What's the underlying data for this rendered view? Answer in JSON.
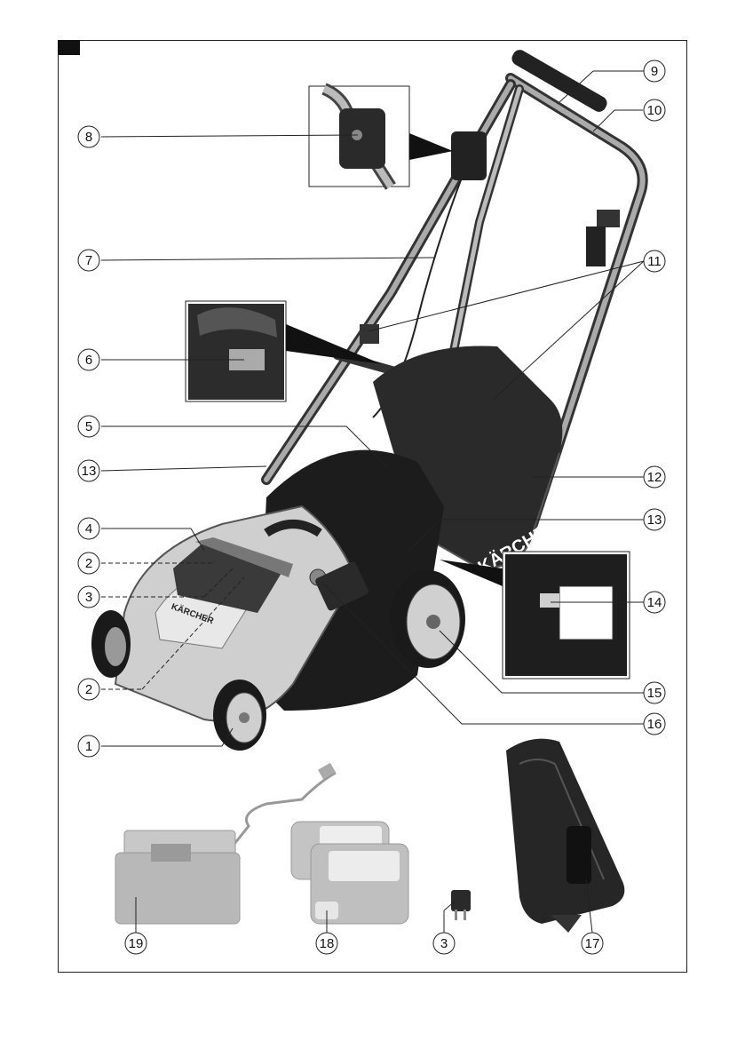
{
  "figure": {
    "brand": "KÄRCHER",
    "callouts": [
      "1",
      "2",
      "2",
      "3",
      "3",
      "4",
      "5",
      "6",
      "7",
      "8",
      "9",
      "10",
      "11",
      "12",
      "13",
      "13",
      "14",
      "15",
      "16",
      "17",
      "18",
      "19"
    ]
  }
}
